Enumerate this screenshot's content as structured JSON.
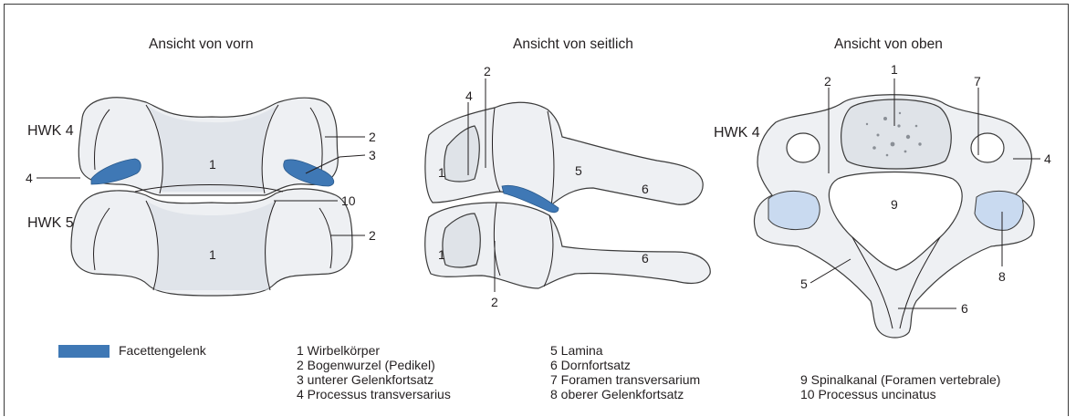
{
  "colors": {
    "facet_joint": "#3f78b5",
    "bone": "#eef0f3",
    "articular": "#c9daf0"
  },
  "views": {
    "front": {
      "title": "Ansicht von vorn"
    },
    "side": {
      "title": "Ansicht von seitlich"
    },
    "top": {
      "title": "Ansicht von oben"
    }
  },
  "vertebra_labels": {
    "upper": "HWK 4",
    "lower": "HWK 5",
    "top_view": "HWK 4"
  },
  "front_markers": [
    "1",
    "2",
    "3",
    "4",
    "1",
    "2",
    "10"
  ],
  "side_markers": [
    "4",
    "2",
    "1",
    "5",
    "6",
    "1",
    "6",
    "2"
  ],
  "top_markers": [
    "1",
    "2",
    "7",
    "4",
    "9",
    "5",
    "8",
    "6"
  ],
  "legend": {
    "facet_label": "Facettengelenk",
    "col1": [
      "1 Wirbelkörper",
      "2 Bogenwurzel (Pedikel)",
      "3 unterer Gelenkfortsatz",
      "4 Processus transversarius"
    ],
    "col2": [
      "5 Lamina",
      "6 Dornfortsatz",
      "7 Foramen transversarium",
      "8 oberer Gelenkfortsatz"
    ],
    "col3": [
      "9 Spinalkanal (Foramen vertebrale)",
      "10 Processus uncinatus"
    ]
  }
}
